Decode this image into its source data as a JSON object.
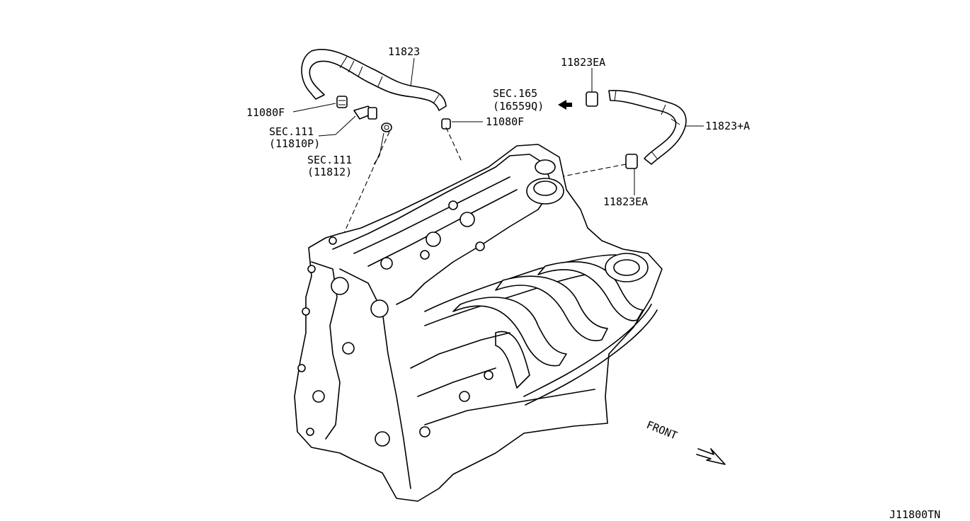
{
  "labels": {
    "hose_11823": "11823",
    "clamp_11080f_left": "11080F",
    "clamp_11080f_right": "11080F",
    "sec111_a_line1": "SEC.111",
    "sec111_a_line2": "(11810P)",
    "sec111_b_line1": "SEC.111",
    "sec111_b_line2": "(11812)",
    "sec165_line1": "SEC.165",
    "sec165_line2": "(16559Q)",
    "clamp_11823ea_top": "11823EA",
    "clamp_11823ea_bottom": "11823EA",
    "hose_11823a": "11823+A",
    "front": "FRONT",
    "diagram_code": "J11800TN"
  }
}
